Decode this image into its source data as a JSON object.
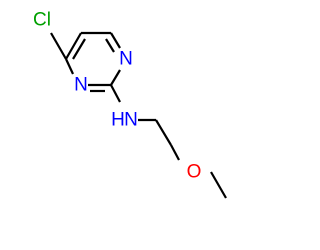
{
  "molecule": {
    "atoms": {
      "cl": {
        "label": "Cl",
        "color": "#00a000"
      },
      "n_top": {
        "label": "N",
        "color": "#0000ff"
      },
      "n_mid": {
        "label": "N",
        "color": "#0000ff"
      },
      "nh": {
        "label": "H",
        "color": "#0000ff"
      },
      "n_amine": {
        "label": "N",
        "color": "#0000ff"
      },
      "o": {
        "label": "O",
        "color": "#ff0000"
      }
    },
    "bond_color": "#000000"
  }
}
